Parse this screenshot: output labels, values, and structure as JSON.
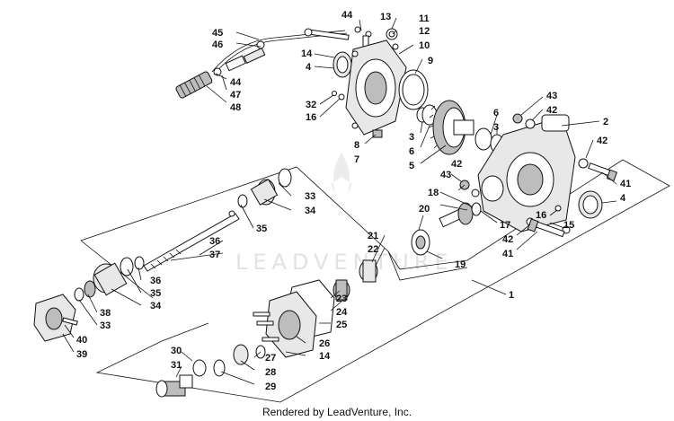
{
  "watermark": "LEADVENTURE",
  "credit": "Rendered by LeadVenture, Inc.",
  "callouts": [
    "45",
    "46",
    "44",
    "47",
    "48",
    "44",
    "13",
    "11",
    "12",
    "10",
    "14",
    "4",
    "9",
    "32",
    "16",
    "3",
    "6",
    "8",
    "7",
    "5",
    "43",
    "42",
    "2",
    "6",
    "3",
    "42",
    "43",
    "42",
    "18",
    "17",
    "16",
    "15",
    "42",
    "41",
    "41",
    "4",
    "20",
    "21",
    "22",
    "19",
    "1",
    "33",
    "34",
    "35",
    "36",
    "37",
    "36",
    "35",
    "34",
    "38",
    "33",
    "40",
    "39",
    "23",
    "24",
    "25",
    "26",
    "14",
    "30",
    "31",
    "27",
    "28",
    "29"
  ]
}
